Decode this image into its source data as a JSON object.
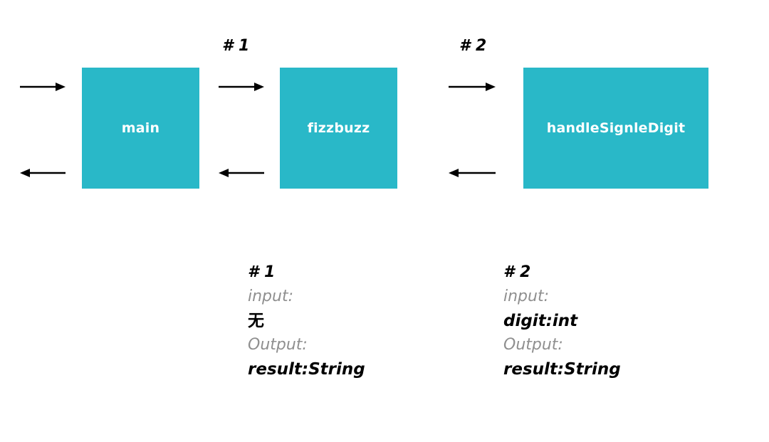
{
  "diagram": {
    "boxes": [
      {
        "label": "main"
      },
      {
        "label": "fizzbuzz"
      },
      {
        "label": "handleSignleDigit"
      }
    ],
    "calls": [
      {
        "label": "# 1"
      },
      {
        "label": "# 2"
      }
    ],
    "annotations": [
      {
        "title": "# 1",
        "input_label": "input:",
        "input_value": "无",
        "output_label": "Output:",
        "output_value": "result:String"
      },
      {
        "title": "# 2",
        "input_label": "input:",
        "input_value": "digit:int",
        "output_label": "Output:",
        "output_value": "result:String"
      }
    ],
    "colors": {
      "box_fill": "#29b8c8",
      "box_text": "#ffffff",
      "arrow": "#000000",
      "muted_text": "#8f8f8f"
    }
  }
}
